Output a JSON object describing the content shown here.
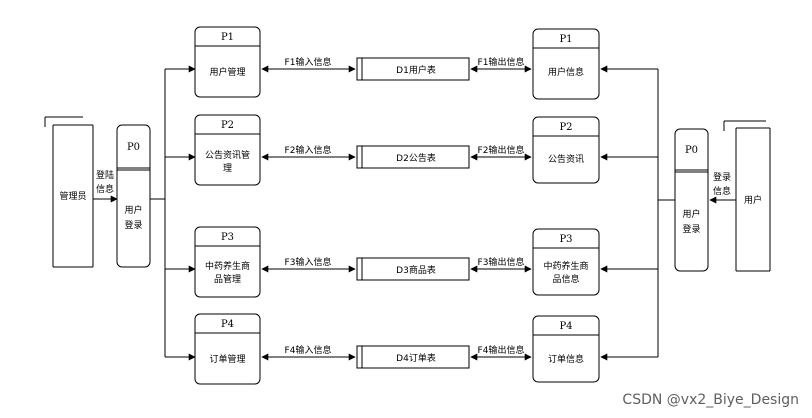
{
  "admin": {
    "entity": "管理员",
    "flow_line1": "登陆",
    "flow_line2": "信息"
  },
  "admin_login": {
    "id": "P0",
    "line1": "用户",
    "line2": "登录"
  },
  "user": {
    "entity": "用户",
    "flow_line1": "登录",
    "flow_line2": "信息"
  },
  "user_login": {
    "id": "P0",
    "line1": "用户",
    "line2": "登录"
  },
  "left_processes": [
    {
      "id": "P1",
      "lines": [
        "用户管理"
      ]
    },
    {
      "id": "P2",
      "lines": [
        "公告资讯管",
        "理"
      ]
    },
    {
      "id": "P3",
      "lines": [
        "中药养生商",
        "品管理"
      ]
    },
    {
      "id": "P4",
      "lines": [
        "订单管理"
      ]
    }
  ],
  "stores": [
    "D1用户表",
    "D2公告表",
    "D3商品表",
    "D4订单表"
  ],
  "input_flows": [
    "F1输入信息",
    "F2输入信息",
    "F3输入信息",
    "F4输入信息"
  ],
  "output_flows": [
    "F1输出信息",
    "F2输出信息",
    "F3输出信息",
    "F4输出信息"
  ],
  "right_processes": [
    {
      "id": "P1",
      "lines": [
        "用户信息"
      ]
    },
    {
      "id": "P2",
      "lines": [
        "公告资讯"
      ]
    },
    {
      "id": "P3",
      "lines": [
        "中药养生商",
        "品信息"
      ]
    },
    {
      "id": "P4",
      "lines": [
        "订单信息"
      ]
    }
  ],
  "watermark": "CSDN @vx2_Biye_Design"
}
